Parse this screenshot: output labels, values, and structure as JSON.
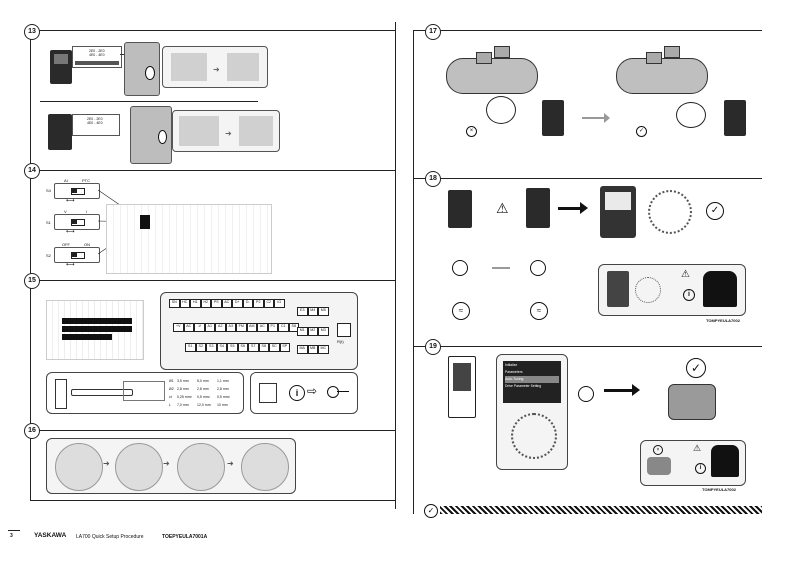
{
  "steps": {
    "s13": "13",
    "s14": "14",
    "s15": "15",
    "s16": "16",
    "s17": "17",
    "s18": "18",
    "s19": "19"
  },
  "step13": {
    "label_top": "2E0 - 2E0\n4E0 - 4E0",
    "label_bottom": "2E0 - 2E0\n4E0 - 4E0"
  },
  "step14": {
    "sw1_label": "S4",
    "sw1_left": "AI",
    "sw1_right": "PTC",
    "sw2_label": "S1",
    "sw2_left": "V",
    "sw2_right": "I",
    "sw3_label": "S2",
    "sw3_left": "OFF",
    "sw3_right": "ON"
  },
  "step15": {
    "row1": [
      "SN",
      "HC",
      "H1",
      "H2",
      "PS",
      "AC",
      "D+",
      "D-",
      "P2",
      "C2",
      "IG"
    ],
    "row2": [
      "+V",
      "AC",
      "-V",
      "A1",
      "A2",
      "A3",
      "FM",
      "AM",
      "AC",
      "P1",
      "C1",
      "S8"
    ],
    "row3": [
      "S1",
      "S2",
      "S3",
      "S4",
      "S5",
      "S6",
      "S7",
      "S8",
      "SC",
      "SP"
    ],
    "right_top": [
      "E3",
      "M4",
      "M5"
    ],
    "right_mid": [
      "M1",
      "M2",
      "M3"
    ],
    "right_bot": [
      "MA",
      "MB",
      "MC"
    ],
    "screw_label": "R(t)",
    "wire_table": [
      [
        "Ø1",
        "3,5 mm",
        "5,0 mm",
        "1,1 mm"
      ],
      [
        "Ø2",
        "2,8 mm",
        "2,8 mm",
        "2,8 mm"
      ],
      [
        "ct",
        "0,25 mm²",
        "0,5 mm²",
        "0,5 mm²"
      ],
      [
        "L",
        "7,0 mm",
        "12,0 mm",
        "10 mm"
      ]
    ]
  },
  "step18": {
    "doc_code": "TOMPYEULA7002"
  },
  "step19": {
    "screen_line1": "Initialize",
    "screen_line2": "Parameters",
    "screen_line3": "Auto-Tuning",
    "screen_line4": "Drive Parameter Setting",
    "doc_code": "TOMPYEULA7002"
  },
  "footer": {
    "page_number": "3",
    "brand": "YASKAWA",
    "title": "LA700 Quick Setup Procedure",
    "doc_code": "TOEPYEULA7001A"
  },
  "colors": {
    "line": "#222222",
    "panel_fill": "#f4f4f4",
    "gray": "#bdbdbd"
  }
}
